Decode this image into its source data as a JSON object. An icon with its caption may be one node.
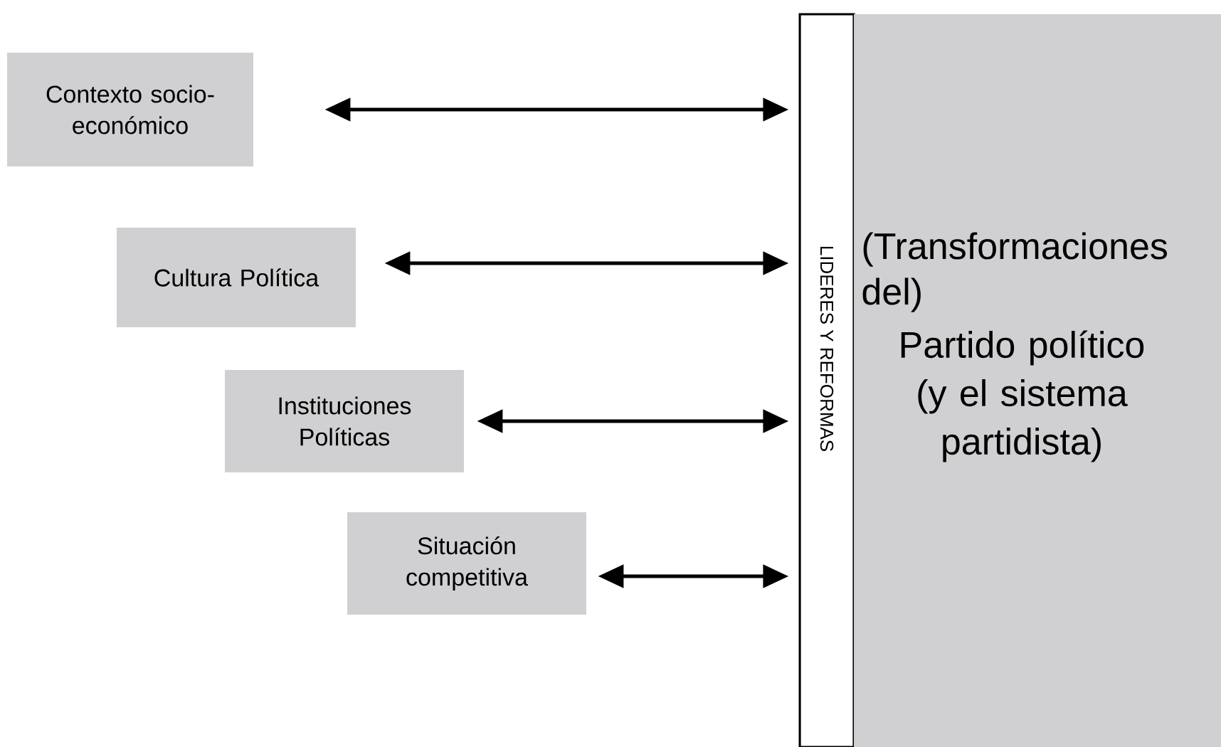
{
  "diagram": {
    "nodes": [
      {
        "text": [
          "Contexto socio-económico"
        ]
      },
      {
        "text": [
          "Cultura Política"
        ]
      },
      {
        "text": [
          "Instituciones Políticas"
        ]
      },
      {
        "text": [
          "Situación competitiva"
        ]
      },
      {
        "text": [
          "LIDERES Y REFORMAS"
        ]
      },
      {
        "text": [
          "(Transformaciones del)",
          "Partido político (y el sistema partidista)"
        ]
      }
    ],
    "edges": [
      {
        "from": 0,
        "to": 4,
        "arrow": "both"
      },
      {
        "from": 1,
        "to": 4,
        "arrow": "both"
      },
      {
        "from": 2,
        "to": 4,
        "arrow": "both"
      },
      {
        "from": 3,
        "to": 4,
        "arrow": "both"
      }
    ]
  }
}
